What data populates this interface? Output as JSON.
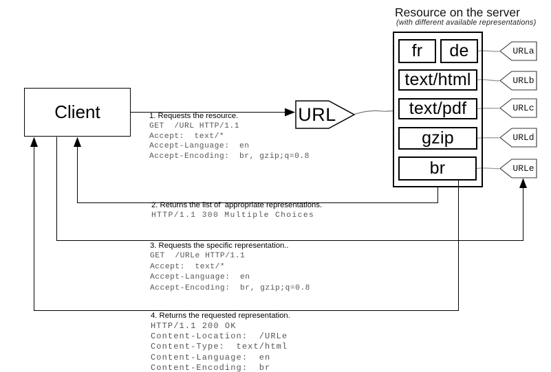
{
  "resource": {
    "title": "Resource on the server",
    "subtitle": "(with different available representations)",
    "representations": [
      {
        "label": "fr"
      },
      {
        "label": "de"
      },
      {
        "label": "text/html"
      },
      {
        "label": "text/pdf"
      },
      {
        "label": "gzip"
      },
      {
        "label": "br"
      }
    ],
    "urls": [
      {
        "label": "URLa"
      },
      {
        "label": "URLb"
      },
      {
        "label": "URLc"
      },
      {
        "label": "URLd"
      },
      {
        "label": "URLe"
      }
    ]
  },
  "client": {
    "label": "Client"
  },
  "url_node": {
    "label": "URL"
  },
  "steps": [
    {
      "heading": "1. Requests the resource.",
      "lines": [
        "GET  /URL HTTP/1.1",
        "Accept:  text/*",
        "Accept-Language:  en",
        "Accept-Encoding:  br, gzip;q=0.8"
      ]
    },
    {
      "heading": "2. Returns the list of  appropriate representations.",
      "lines": [
        "HTTP/1.1 300 Multiple Choices"
      ]
    },
    {
      "heading": "3. Requests the specific representation..",
      "lines": [
        "GET  /URLe HTTP/1.1",
        "Accept:  text/*",
        "Accept-Language:  en",
        "Accept-Encoding:  br, gzip;q=0.8"
      ]
    },
    {
      "heading": "4. Returns the requested representation.",
      "lines": [
        "HTTP/1.1 200 OK",
        "Content-Location:  /URLe",
        "Content-Type:  text/html",
        "Content-Language:  en",
        "Content-Encoding:  br"
      ]
    }
  ],
  "colors": {
    "line": "#000000",
    "mono_text": "#555555",
    "connector": "#999999",
    "background": "#ffffff"
  }
}
